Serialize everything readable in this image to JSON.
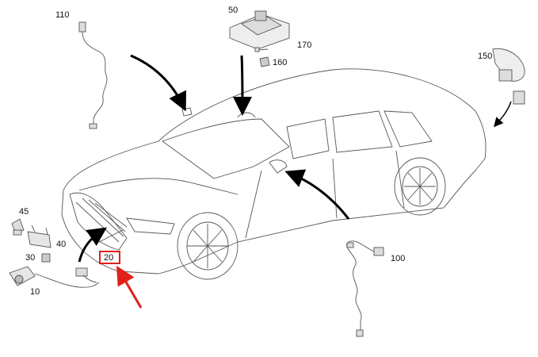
{
  "callouts": {
    "c110": "110",
    "c50": "50",
    "c170": "170",
    "c160": "160",
    "c150": "150",
    "c45": "45",
    "c40": "40",
    "c30": "30",
    "c10": "10",
    "c20": "20",
    "c100": "100"
  },
  "highlight": {
    "color": "#e0201b",
    "part": "20"
  },
  "icons": [
    "car-outline",
    "camera-part",
    "sensor-part",
    "wiring-harness",
    "pointer-arrow",
    "highlight-arrow"
  ]
}
